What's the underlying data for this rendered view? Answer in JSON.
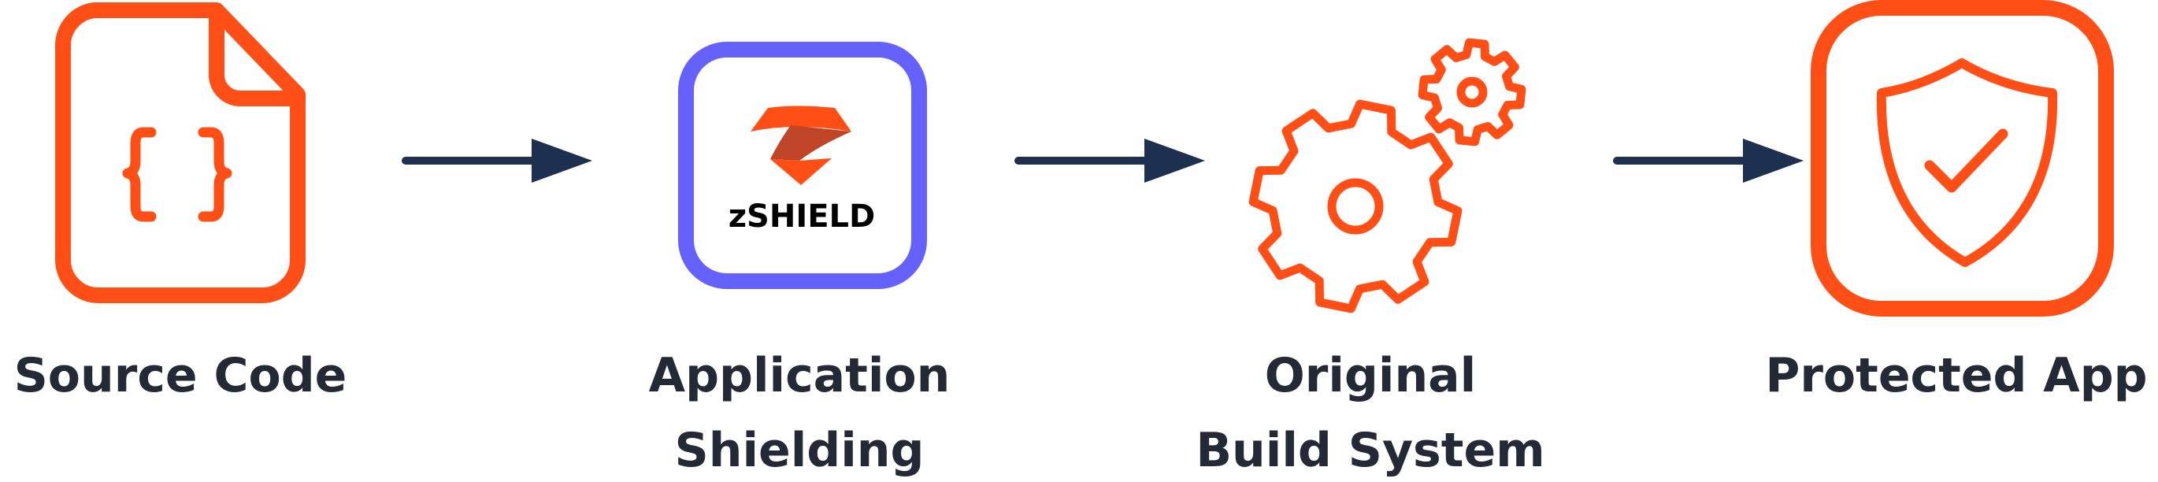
{
  "steps": [
    {
      "label_lines": [
        "Source Code"
      ],
      "icon": "source-code-file-icon"
    },
    {
      "label_lines": [
        "Application",
        "Shielding"
      ],
      "icon": "zshield-logo-icon",
      "logo_text": "zSHIELD"
    },
    {
      "label_lines": [
        "Original",
        "Build System"
      ],
      "icon": "gears-icon"
    },
    {
      "label_lines": [
        "Protected App"
      ],
      "icon": "shield-check-icon"
    }
  ],
  "colors": {
    "orange": "#FF4F17",
    "purple": "#6461FC",
    "navy": "#1E3050",
    "text": "#232A36",
    "logo_dark": "#C04428"
  }
}
